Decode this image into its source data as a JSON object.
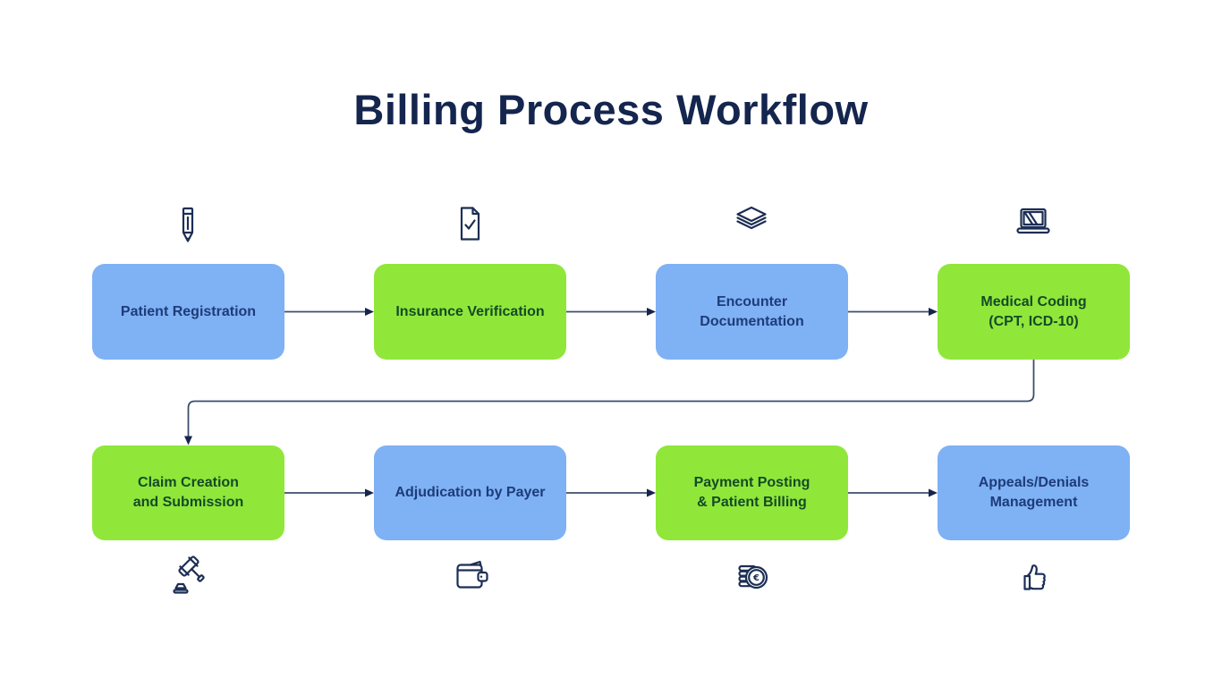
{
  "title": "Billing Process Workflow",
  "colors": {
    "background": "#FFFFFF",
    "node-blue": "#7FB1F5",
    "node-green": "#90E73A",
    "title-text": "#14254E",
    "blue-node-text": "#1D3C78",
    "green-node-text": "#154A26",
    "connector-line": "#3E4E6B",
    "arrowhead": "#16254D",
    "icon-stroke": "#1C2E54"
  },
  "nodes": [
    {
      "id": "patient-registration",
      "lines": [
        "Patient Registration"
      ],
      "color": "blue",
      "icon": "pencil-icon",
      "icon_position": "above"
    },
    {
      "id": "insurance-verification",
      "lines": [
        "Insurance Verification"
      ],
      "color": "green",
      "icon": "document-check-icon",
      "icon_position": "above"
    },
    {
      "id": "encounter-documentation",
      "lines": [
        "Encounter",
        "Documentation"
      ],
      "color": "blue",
      "icon": "layers-icon",
      "icon_position": "above"
    },
    {
      "id": "medical-coding",
      "lines": [
        "Medical Coding",
        "(CPT, ICD-10)"
      ],
      "color": "green",
      "icon": "laptop-icon",
      "icon_position": "above"
    },
    {
      "id": "claim-creation",
      "lines": [
        "Claim Creation",
        "and Submission"
      ],
      "color": "green",
      "icon": "gavel-icon",
      "icon_position": "below"
    },
    {
      "id": "adjudication-by-payer",
      "lines": [
        "Adjudication by Payer"
      ],
      "color": "blue",
      "icon": "wallet-icon",
      "icon_position": "below"
    },
    {
      "id": "payment-posting",
      "lines": [
        "Payment Posting",
        "& Patient Billing"
      ],
      "color": "green",
      "icon": "coins-euro-icon",
      "icon_position": "below"
    },
    {
      "id": "appeals-denials",
      "lines": [
        "Appeals/Denials",
        "Management"
      ],
      "color": "blue",
      "icon": "thumbs-up-icon",
      "icon_position": "below"
    }
  ]
}
